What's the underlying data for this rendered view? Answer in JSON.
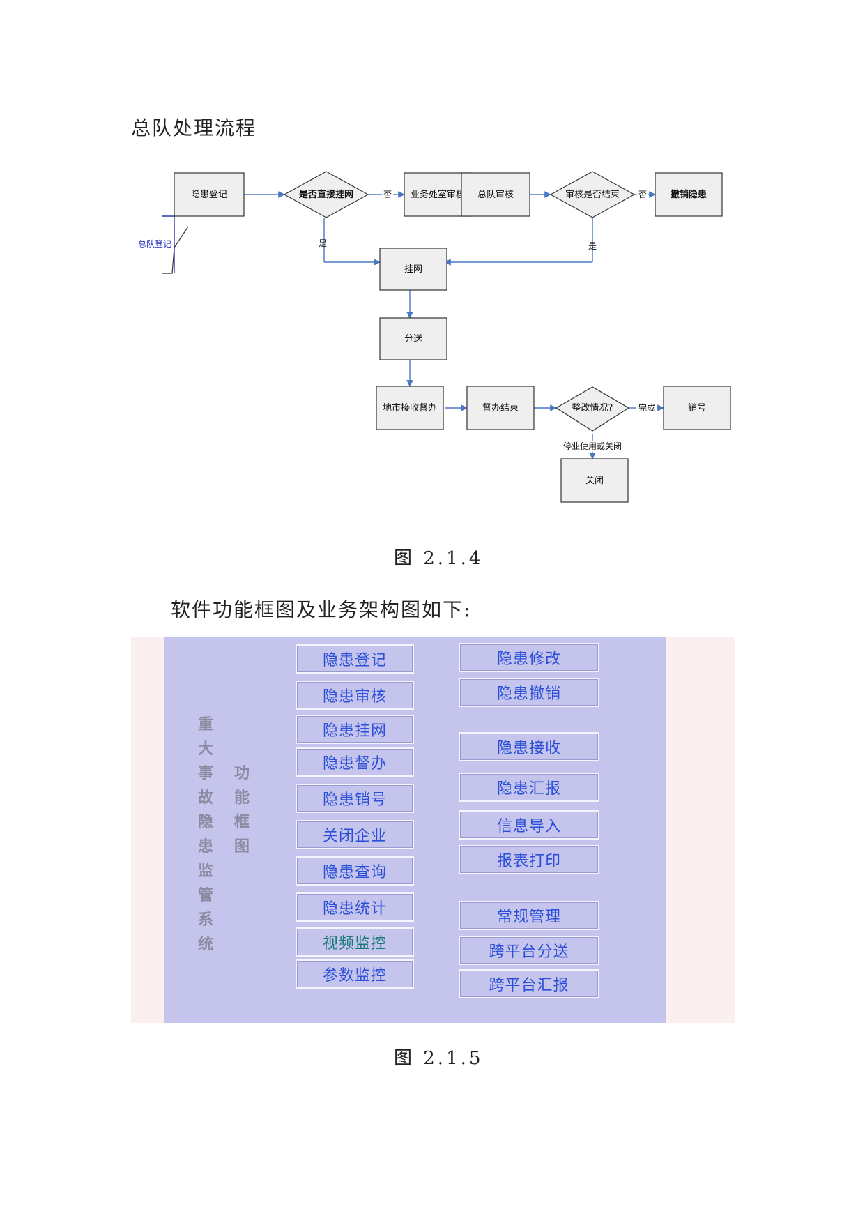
{
  "heading1": "总队处理流程",
  "flowchart": {
    "nodes": {
      "register": "隐患登记",
      "direct_q": "是否直接挂网",
      "dept_review": "业务处室审核",
      "corps_review": "总队审核",
      "review_done_q": "审核是否结束",
      "cancel": "撤销隐患",
      "publish": "挂网",
      "dispatch": "分送",
      "local_supervise": "地市接收督办",
      "supervise_end": "督办结束",
      "rectify_q": "整改情况?",
      "close_number": "销号",
      "shutdown": "关闭"
    },
    "edge_labels": {
      "no1": "否",
      "yes1": "是",
      "no2": "否",
      "yes2": "是",
      "done": "完成",
      "stop": "停业使用或关闭"
    },
    "side_note": "总队登记"
  },
  "caption1": "图 2.1.4",
  "heading2": "软件功能框图及业务架构图如下:",
  "function_diagram": {
    "system_title": [
      "重",
      "大",
      "事",
      "故",
      "隐",
      "患",
      "监",
      "管",
      "系",
      "统"
    ],
    "block_title": [
      "功",
      "能",
      "框",
      "图"
    ],
    "left_column": [
      "隐患登记",
      "隐患审核",
      "隐患挂网",
      "隐患督办",
      "隐患销号",
      "关闭企业",
      "隐患查询",
      "隐患统计",
      "视频监控",
      "参数监控"
    ],
    "right_column": [
      "隐患修改",
      "隐患撤销",
      "隐患接收",
      "隐患汇报",
      "信息导入",
      "报表打印",
      "常规管理",
      "跨平台分送",
      "跨平台汇报"
    ]
  },
  "caption2": "图 2.1.5"
}
